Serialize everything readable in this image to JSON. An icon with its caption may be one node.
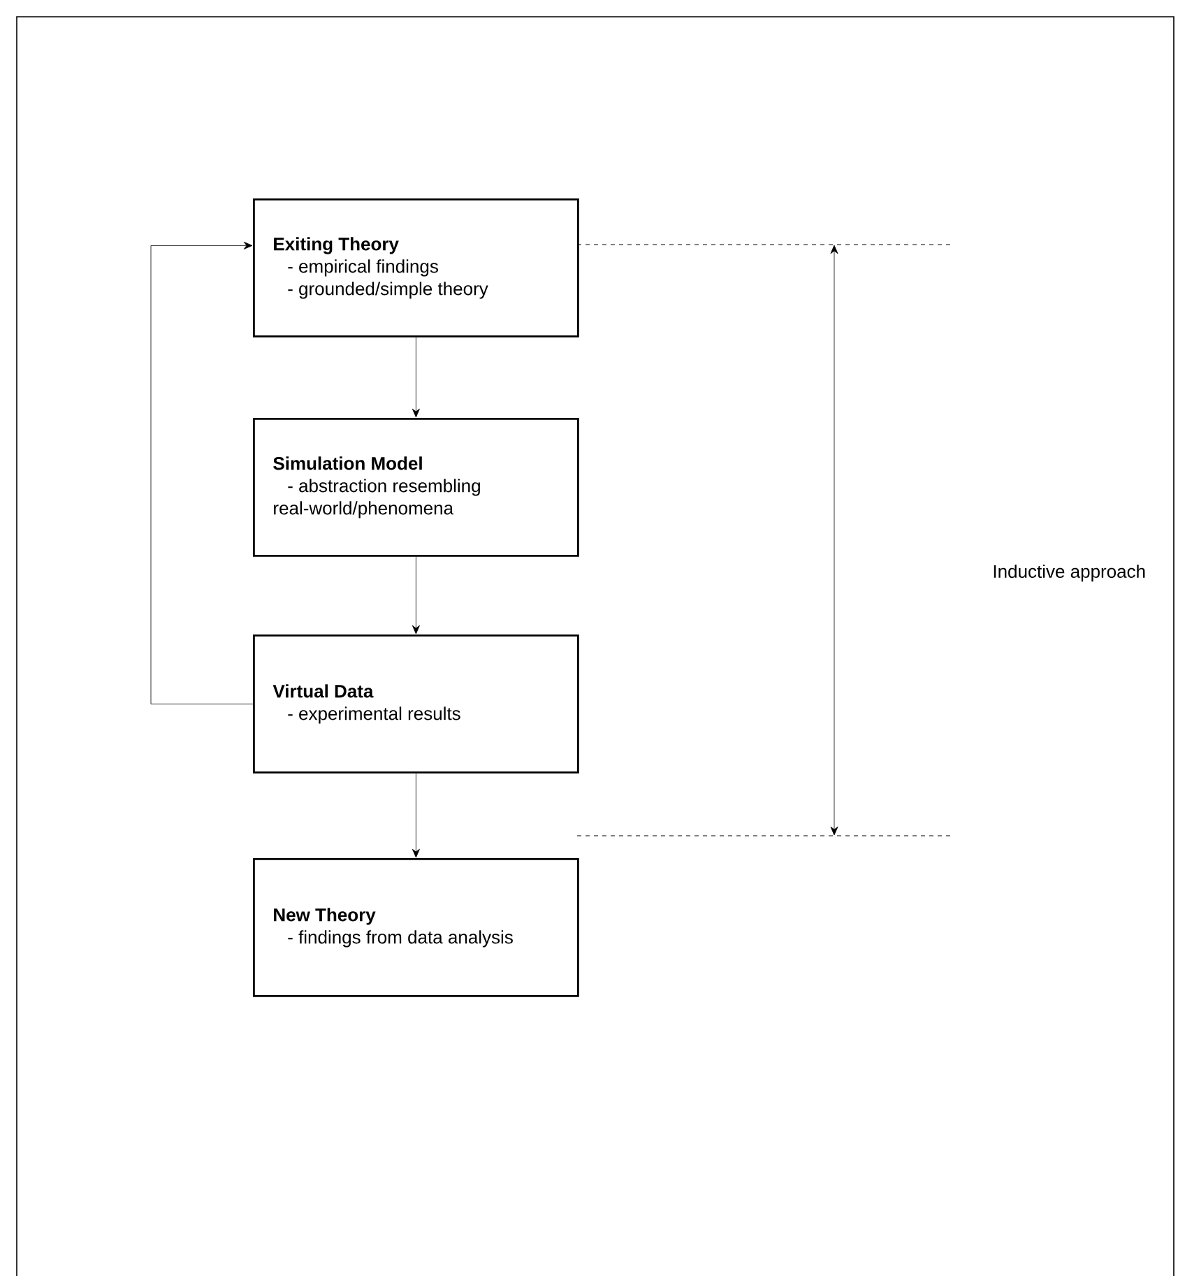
{
  "diagram": {
    "nodes": [
      {
        "text": [
          "Exiting Theory",
          "- empirical findings",
          "- grounded/simple theory"
        ]
      },
      {
        "text": [
          "Simulation Model",
          "- abstraction resembling real-world/phenomena"
        ]
      },
      {
        "text": [
          "Virtual Data",
          "- experimental results"
        ]
      },
      {
        "text": [
          "New Theory",
          "- findings from data analysis"
        ]
      }
    ],
    "edges": [
      {
        "from": 0,
        "to": 1,
        "arrow": "to"
      },
      {
        "from": 1,
        "to": 2,
        "arrow": "to"
      },
      {
        "from": 2,
        "to": 3,
        "arrow": "to"
      },
      {
        "from": 2,
        "to": 0,
        "arrow": "to"
      }
    ],
    "labels": [
      "Inductive approach"
    ]
  }
}
